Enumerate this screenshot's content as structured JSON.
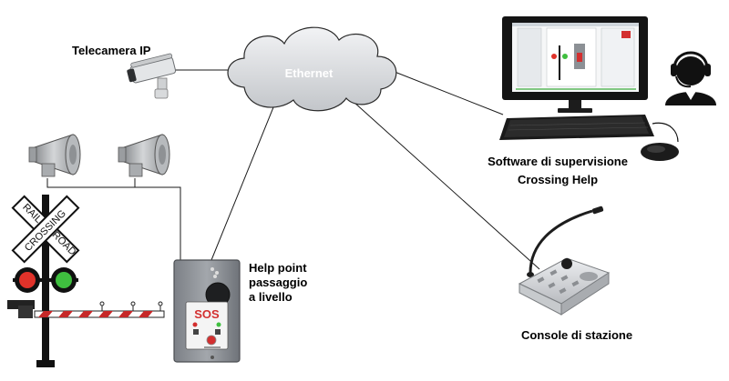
{
  "network": {
    "label": "Ethernet"
  },
  "camera": {
    "label": "Telecamera IP",
    "icon": "ip-camera-icon"
  },
  "help_point": {
    "label_lines": [
      "Help point",
      "passaggio",
      "a livello"
    ],
    "panel_text": "SOS",
    "icon": "sos-help-point-icon"
  },
  "software": {
    "label_lines": [
      "Software di supervisione",
      "Crossing Help"
    ],
    "icon": "monitor-icon"
  },
  "operator": {
    "icon": "headset-operator-icon"
  },
  "console": {
    "label": "Console di stazione",
    "icon": "station-console-icon"
  },
  "crossing": {
    "sign_words": [
      "RAIL",
      "ROAD",
      "CROSSING"
    ],
    "icon": "railroad-crossing-icon",
    "colors": {
      "red_light": "#e0322a",
      "green_light": "#3fbf3f",
      "barrier_red": "#c62828"
    }
  },
  "speakers": {
    "icon": "horn-speaker-icon",
    "count": 2
  },
  "colors": {
    "cloud_fill": "#d8dadd",
    "cloud_stroke": "#2a2a2a",
    "device_grey": "#8c9095"
  }
}
